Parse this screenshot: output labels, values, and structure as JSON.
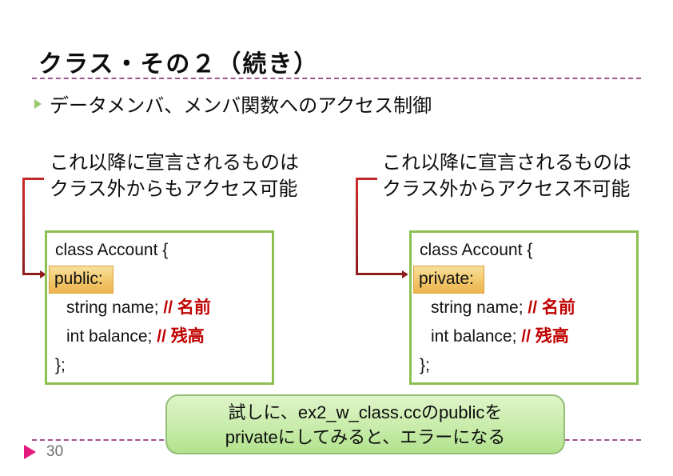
{
  "title": "クラス・その２（続き）",
  "bullet": {
    "text": "データメンバ、メンバ関数へのアクセス制御"
  },
  "left_note": {
    "line1": "これ以降に宣言されるものは",
    "line2": "クラス外からもアクセス可能"
  },
  "right_note": {
    "line1": "これ以降に宣言されるものは",
    "line2": "クラス外からアクセス不可能"
  },
  "left_code": {
    "header": "class Account {",
    "access": "public:",
    "member1": "string name;",
    "comment1": "// 名前",
    "member2": "int balance;",
    "comment2": "// 残高",
    "footer": "};"
  },
  "right_code": {
    "header": "class Account {",
    "access": "private:",
    "member1": "string name;",
    "comment1": "// 名前",
    "member2": "int balance;",
    "comment2": "// 残高",
    "footer": "};"
  },
  "callout": {
    "line1": "試しに、ex2_w_class.ccのpublicを",
    "line2": "privateにしてみると、エラーになる"
  },
  "footer": {
    "page_number": "30"
  },
  "colors": {
    "accent_green": "#8cc152",
    "highlight_orange": "#f2c76a",
    "comment_red": "#c00000",
    "bracket_red": "#b22222",
    "dash_pink": "#a0568c",
    "callout_green": "#c8ecaa",
    "footer_arrow_pink": "#e5187e"
  }
}
